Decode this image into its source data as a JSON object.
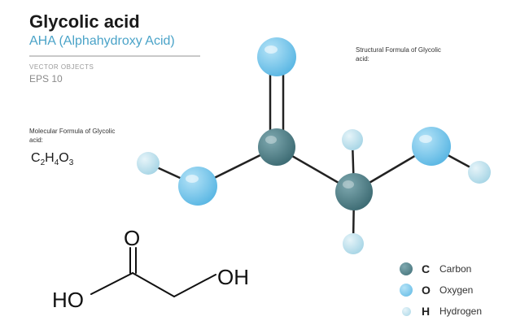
{
  "title": "Glycolic acid",
  "subtitle": "AHA (Alphahydroxy Acid)",
  "vector_objects": "VECTOR OBJECTS",
  "eps": "EPS 10",
  "molecular_label": "Molecular Formula of Glycolic acid:",
  "formula": {
    "c": "C",
    "c_n": "2",
    "h": "H",
    "h_n": "4",
    "o": "O",
    "o_n": "3"
  },
  "structural_label": "Structural Formula of Glycolic acid:",
  "skeletal": {
    "o_top": "O",
    "oh_right": "OH",
    "ho_left": "HO"
  },
  "legend": [
    {
      "symbol": "C",
      "name": "Carbon",
      "color": "#4f8088"
    },
    {
      "symbol": "O",
      "name": "Oxygen",
      "color": "#7cc8ec"
    },
    {
      "symbol": "H",
      "name": "Hydrogen",
      "color": "#c4e4ef"
    }
  ],
  "colors": {
    "carbon": "#4f8088",
    "oxygen": "#7cc8ec",
    "hydrogen": "#c4e4ef",
    "accent": "#4aa3c8"
  }
}
